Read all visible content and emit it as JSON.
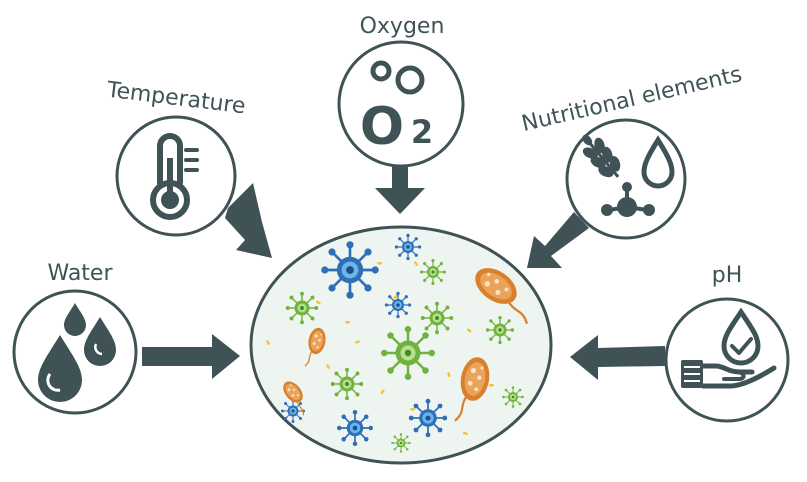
{
  "labels": {
    "temperature": "Temperature",
    "oxygen": "Oxygen",
    "nutritional": "Nutritional elements",
    "water": "Water",
    "ph": "pH"
  },
  "oxygen_symbol": {
    "letter": "O",
    "subscript": "2"
  },
  "icons": {
    "temperature": "thermometer-icon",
    "oxygen": "o2-bubbles-icon",
    "nutritional": "leaf-drop-molecule-icon",
    "water": "water-drops-icon",
    "ph": "hand-drop-check-icon"
  },
  "colors": {
    "outline": "#3f5356",
    "arrow": "#3f5356",
    "plate_fill": "#eef4ef",
    "blue_microbe": "#2f6fb7",
    "green_microbe": "#6fb33e",
    "orange_microbe": "#d9802c",
    "yellow_particle": "#f2c531"
  }
}
